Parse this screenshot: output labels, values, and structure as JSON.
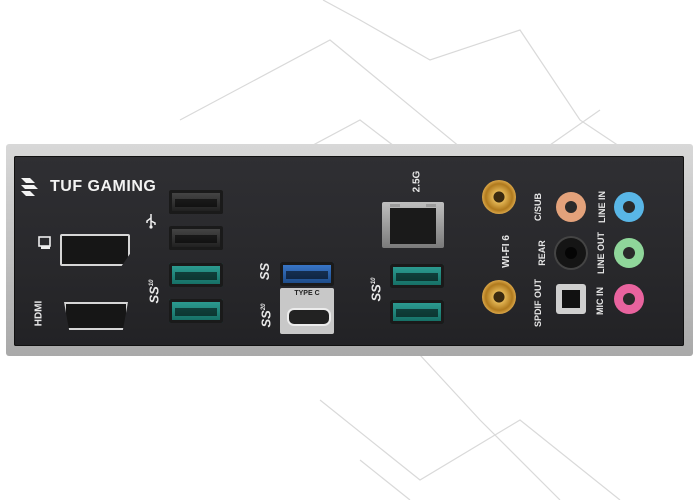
{
  "brand": {
    "name": "TUF GAMING"
  },
  "labels": {
    "hdmi": "HDMI",
    "usb3_left": "SS",
    "usb3_left_sup": "10",
    "typec": "TYPE C",
    "usb3_center": "SS",
    "usb3_typec": "SS",
    "usb3_typec_sup": "20",
    "usb3_right": "SS",
    "usb3_right_sup": "10",
    "lan": "2.5G",
    "wifi": "WI-FI 6",
    "spdif": "SPDIF OUT",
    "rear": "REAR",
    "csub": "C/SUB",
    "line_in": "LINE IN",
    "line_out": "LINE OUT",
    "mic_in": "MIC IN"
  },
  "colors": {
    "usb_teal": "#1f8b80",
    "usb_blue": "#2a62ae",
    "jack_orange": "#e3a27b",
    "jack_blue": "#59b6e6",
    "jack_green": "#8fd69a",
    "jack_pink": "#e8639e",
    "jack_black": "#1f1f1f"
  },
  "icons": [
    "displayport-icon",
    "usb-icon",
    "tuf-logo",
    "antenna-connector",
    "audio-jack"
  ]
}
